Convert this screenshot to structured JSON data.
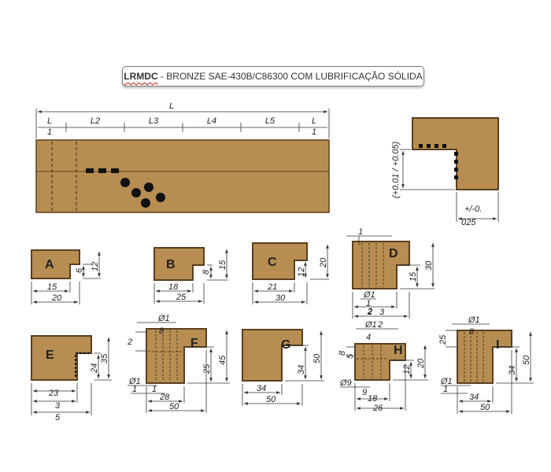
{
  "title": {
    "code": "LRMDC",
    "separator": " - ",
    "description": "BRONZE SAE-430B/C86300 COM LUBRIFICAÇÃO SÓLIDA"
  },
  "bar": {
    "overall_label": "L",
    "segment_labels": [
      "L",
      "L2",
      "L3",
      "L4",
      "L5",
      "L"
    ],
    "end_numbers": [
      "1",
      "1"
    ]
  },
  "profile": {
    "vertical_tolerance": "(+0.01 / +0.05)",
    "horizontal_tolerance_line1": "+/-0.",
    "horizontal_tolerance_line2": "025"
  },
  "shapes": [
    {
      "letter": "A",
      "dims": [
        "15",
        "20",
        "6",
        "12"
      ]
    },
    {
      "letter": "B",
      "dims": [
        "18",
        "25",
        "8",
        "15"
      ]
    },
    {
      "letter": "C",
      "dims": [
        "21",
        "30",
        "12",
        "20"
      ]
    },
    {
      "letter": "D",
      "dims": [
        "1",
        "15",
        "30",
        "Ø1",
        "1",
        "2",
        "2",
        "3"
      ]
    },
    {
      "letter": "E",
      "dims": [
        "23",
        "3",
        "5",
        "24",
        "35"
      ]
    },
    {
      "letter": "F",
      "dims": [
        "Ø1",
        "8",
        "2",
        "25",
        "45",
        "Ø1",
        "1",
        "1",
        "28",
        "50"
      ]
    },
    {
      "letter": "G",
      "dims": [
        "34",
        "50",
        "34",
        "50"
      ]
    },
    {
      "letter": "H",
      "dims": [
        "Ø1",
        "2",
        "4",
        "8",
        "5",
        "12",
        "20",
        "Ø9",
        "9",
        "18",
        "26"
      ]
    },
    {
      "letter": "I",
      "dims": [
        "Ø1",
        "8",
        "25",
        "34",
        "50",
        "Ø1",
        "1",
        "34",
        "50"
      ]
    }
  ]
}
